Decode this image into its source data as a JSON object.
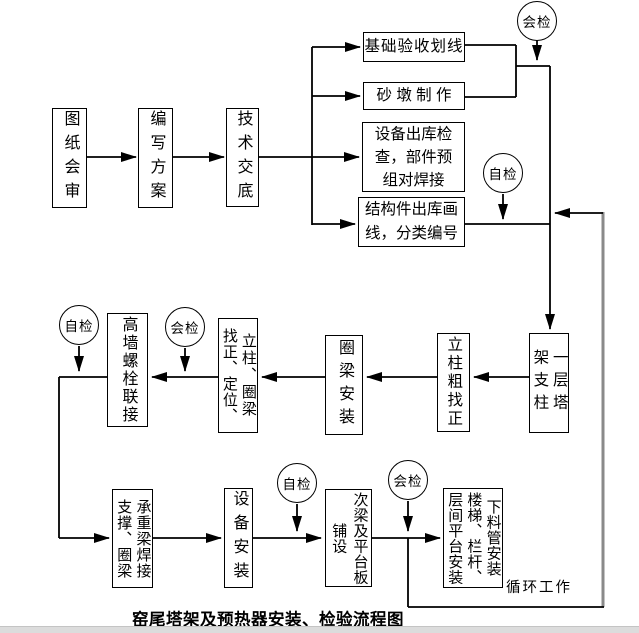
{
  "title": {
    "caption": "窑尾塔架及预热器安装、检验流程图"
  },
  "labels": {
    "loop": "循环工作"
  },
  "colors": {
    "line": "#000000",
    "loop_line": "#8a8a8a",
    "strip": "#dcdcdc"
  },
  "checks": {
    "joint": "会检",
    "self": "自检"
  },
  "boxes": {
    "drawing_review": "图纸会审",
    "write_plan": "编写方案",
    "tech_disclosure": "技术交底",
    "foundation_acceptance": "基础验收划线",
    "sand_pier": "砂 墩 制 作",
    "equipment_outbound": "设备出库检\n查，部件预\n组对焊接",
    "structural_outbound": "结构件出库画\n线，分类编号",
    "tower_layer_cols": [
      "一层塔",
      "架支柱"
    ],
    "column_rough_align": "立柱粗找正",
    "ring_beam_install": "圈梁安装",
    "align_position_cols": [
      "立柱、圈梁",
      "找正、定位、"
    ],
    "bolt_connection": "高墙螺栓联接",
    "bearing_beam_cols": [
      "承重梁焊接",
      "支撑、圈梁"
    ],
    "equipment_install": "设备安装",
    "secondary_beam_cols": [
      "次梁及平台板",
      "铺设"
    ],
    "final_install_cols": [
      "下料管安装",
      "楼梯、栏杆、",
      "层间平台安装"
    ]
  }
}
